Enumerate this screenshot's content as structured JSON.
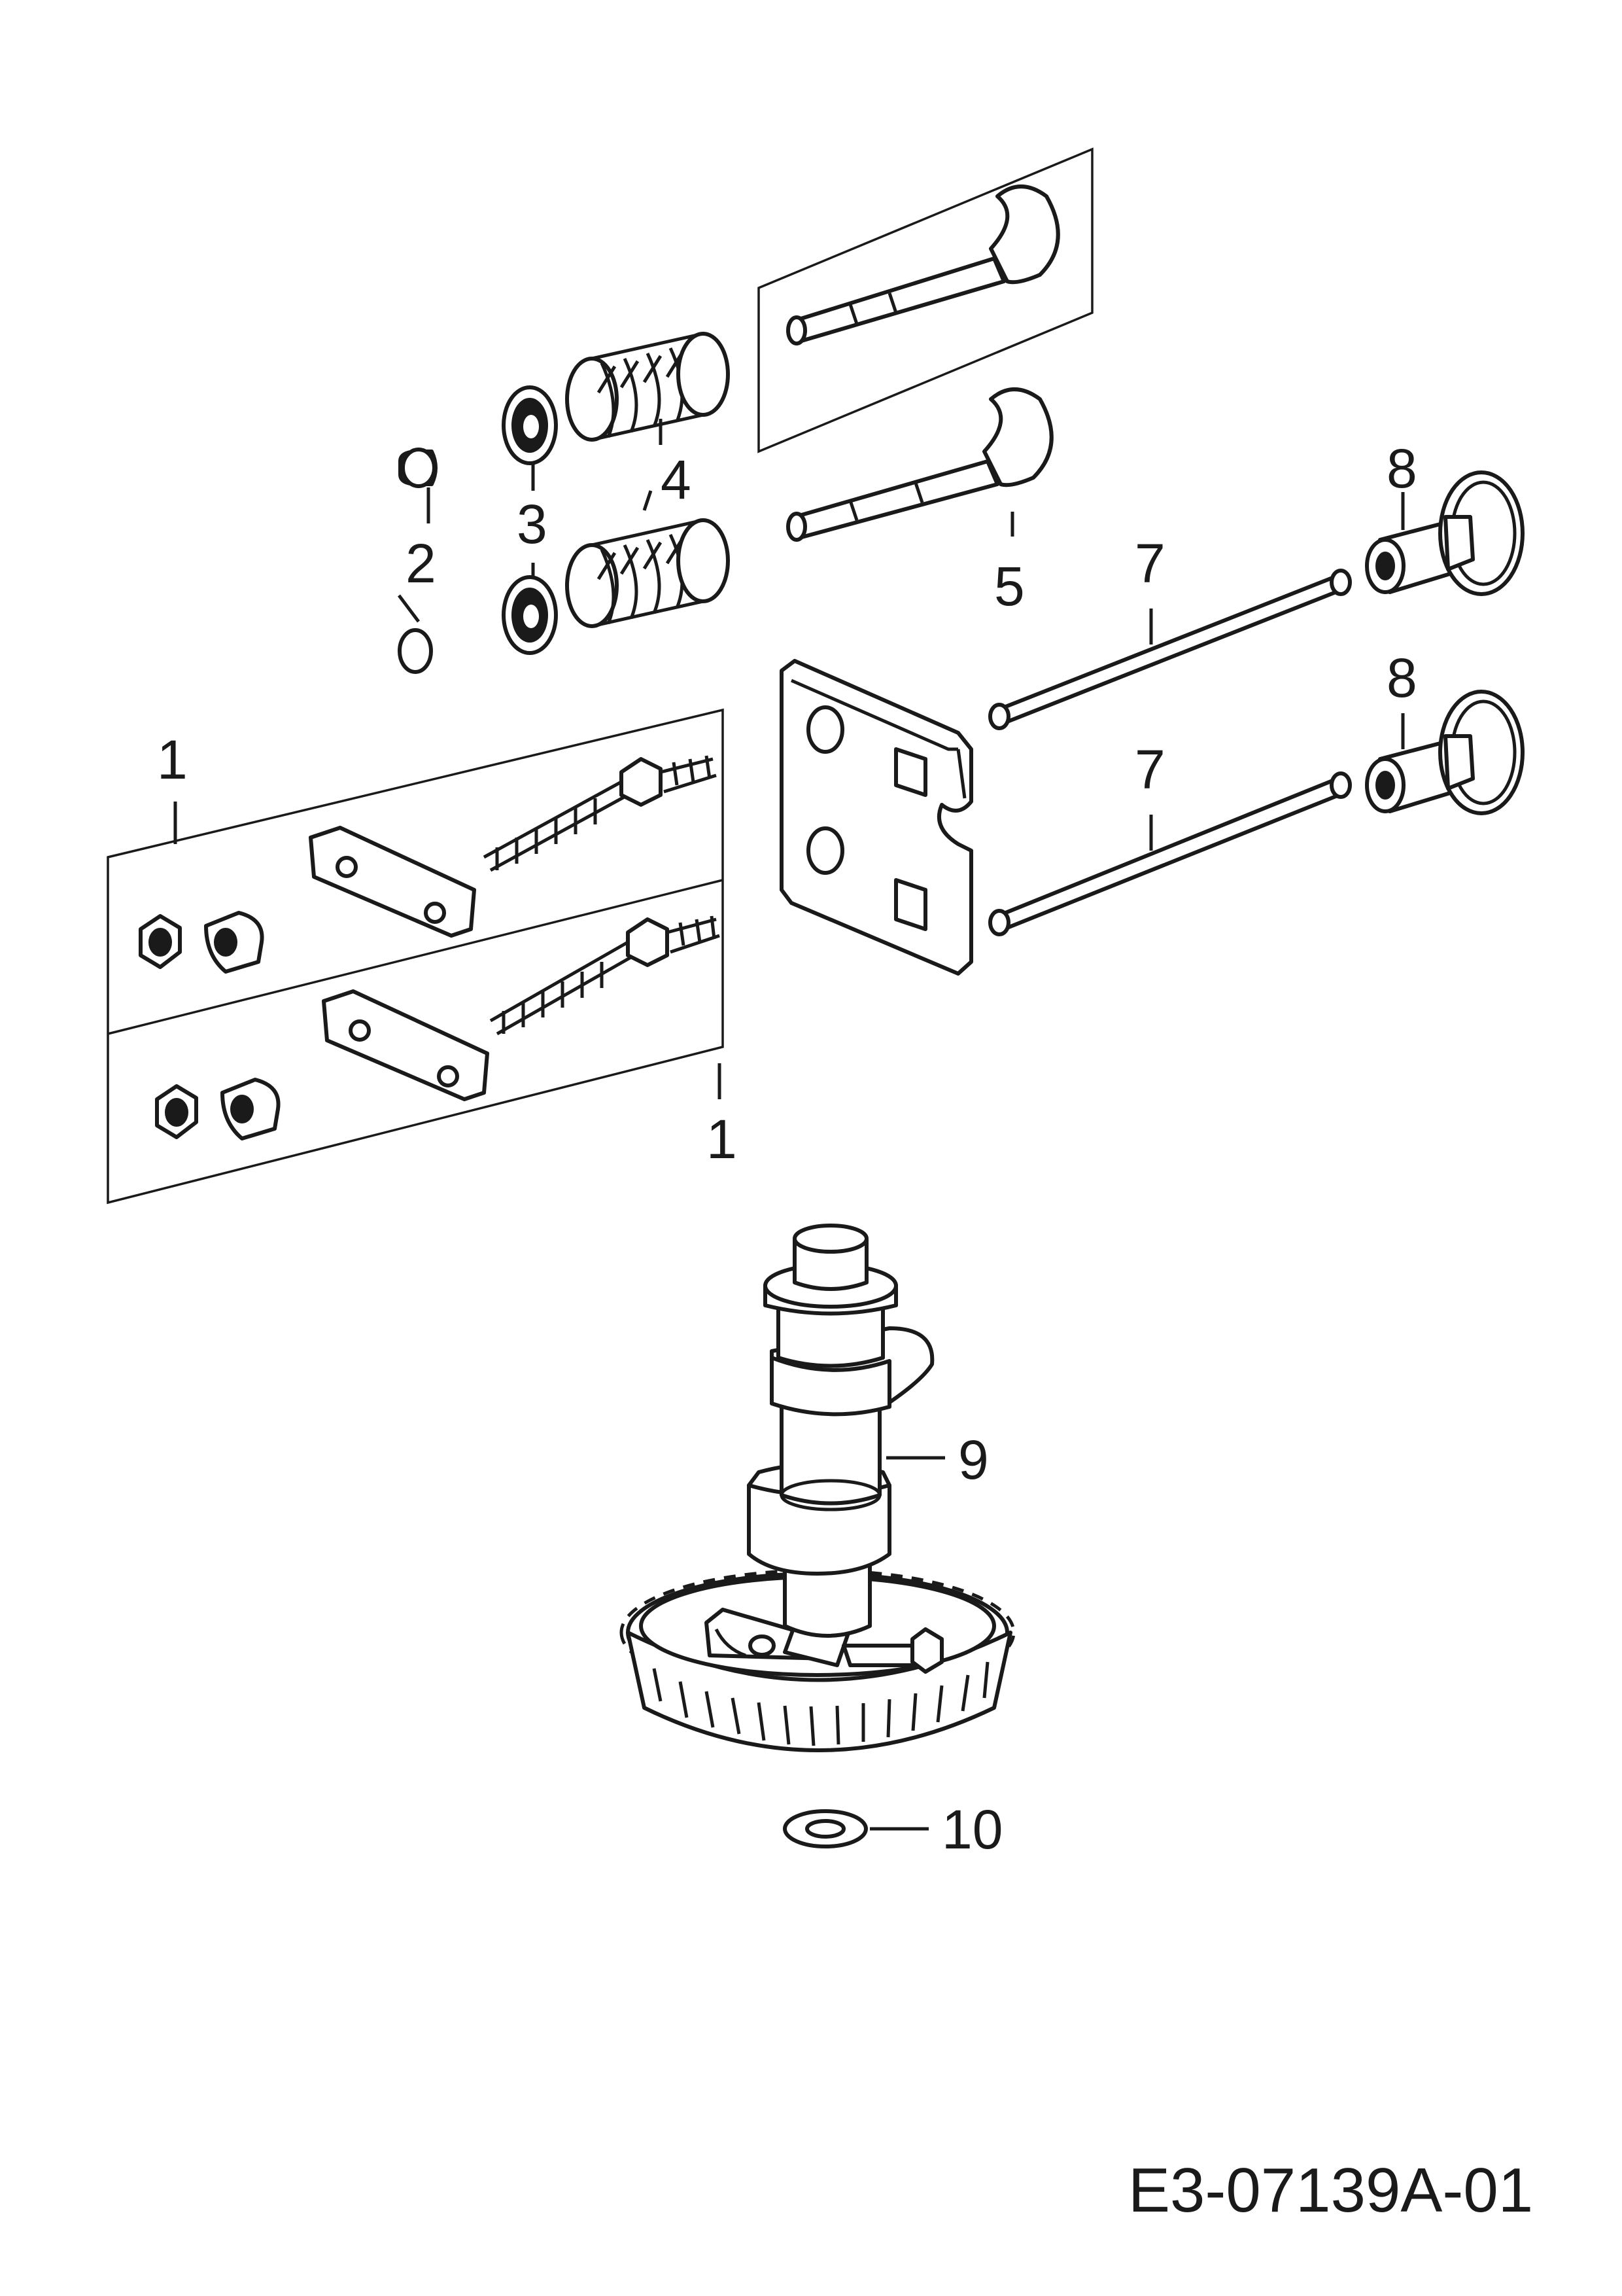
{
  "labels": {
    "rocker_arm_1a": "1",
    "rocker_arm_1b": "1",
    "collet_2": "2",
    "retainer_3": "3",
    "spring_4": "4",
    "valves_5": "5",
    "push_rod_7a": "7",
    "push_rod_7b": "7",
    "tappet_8a": "8",
    "tappet_8b": "8",
    "camshaft_9": "9",
    "washer_10": "10"
  },
  "drawing_code": "E3-07139A-01"
}
